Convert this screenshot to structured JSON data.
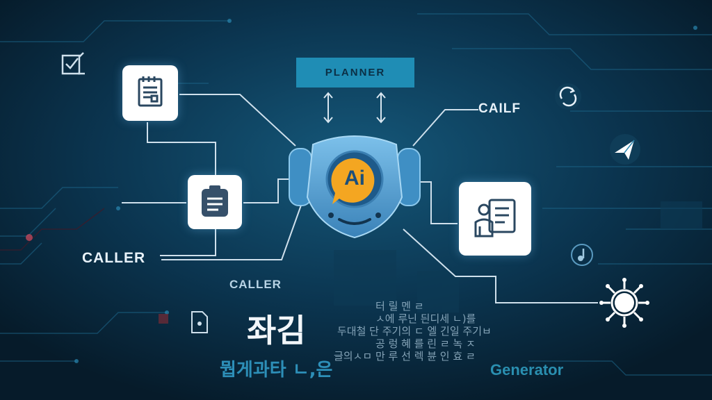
{
  "labels": {
    "planner": "PLANNER",
    "caller_left": "CALLER",
    "caller_bottom": "CALLER",
    "calif": "CAILF",
    "ai": "Ai"
  },
  "bottom_text": {
    "korean_title": "좌김",
    "korean_sub": "뭡게과타 ㄴ,은",
    "generator": "Generator",
    "noise_lines": [
      "터 릴 멘     ㄹ",
      "ㅅ에 루닌 듼디세 ㄴ)를",
      "두대철 단 주기의 ㄷ 엘 긴일 주기ㅂ",
      "공 렁 혜 를 린 ㄹ 녹 ㅈ",
      "글의ㅅㅁ 만 루 선 렉 뷴 인 효 ㄹ"
    ]
  },
  "colors": {
    "background": "#08263a",
    "accent": "#1f8db5",
    "robot": "#5aa8d8",
    "ai_badge": "#f4a621",
    "card": "#ffffff"
  },
  "icons": [
    "checklist-icon",
    "document-icon",
    "clipboard-icon",
    "people-doc-icon",
    "refresh-icon",
    "paper-plane-icon",
    "music-note-icon",
    "gear-icon",
    "file-icon",
    "robot-icon"
  ]
}
